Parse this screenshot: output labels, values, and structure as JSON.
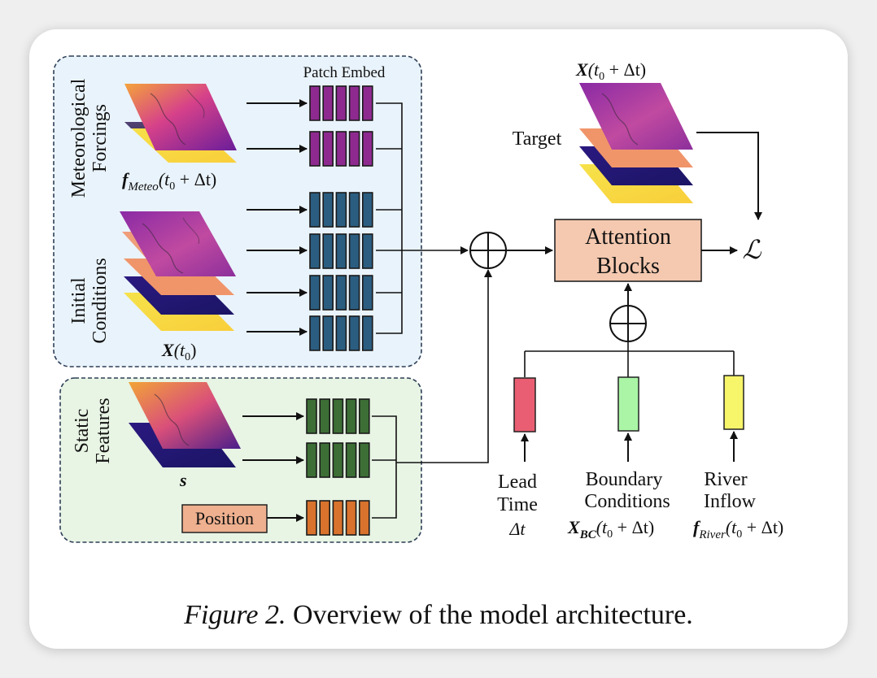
{
  "patch_embed_label": "Patch Embed",
  "groups": {
    "meteo": {
      "label_line1": "Meteorological",
      "label_line2": "Forcings",
      "var_base": "f",
      "var_sub": "Meteo",
      "var_arg": "(t",
      "var_arg_sub": "0",
      "var_arg_tail": " + Δt)"
    },
    "init": {
      "label_line1": "Initial",
      "label_line2": "Conditions",
      "var_base": "X",
      "var_arg": "(t",
      "var_arg_sub": "0",
      "var_arg_tail": ")"
    },
    "static": {
      "label_line1": "Static",
      "label_line2": "Features",
      "var_base": "s",
      "position_label": "Position"
    }
  },
  "target": {
    "label": "Target",
    "var_base": "X",
    "var_arg": "(t",
    "var_arg_sub": "0",
    "var_arg_tail": " + Δt)"
  },
  "attention": {
    "line1": "Attention",
    "line2": "Blocks"
  },
  "loss_symbol": "ℒ",
  "conditioning": [
    {
      "line1": "Lead",
      "line2": "Time",
      "var_base": "Δt",
      "var_sub": "",
      "var_arg": "",
      "var_arg_sub": "",
      "var_arg_tail": ""
    },
    {
      "line1": "Boundary",
      "line2": "Conditions",
      "var_base": "X",
      "var_sub": "BC",
      "var_arg": "(t",
      "var_arg_sub": "0",
      "var_arg_tail": " + Δt)"
    },
    {
      "line1": "River",
      "line2": "Inflow",
      "var_base": "f",
      "var_sub": "River",
      "var_arg": "(t",
      "var_arg_sub": "0",
      "var_arg_tail": " + Δt)"
    }
  ],
  "caption": {
    "figure": "Figure 2.",
    "text": "Overview of the model architecture."
  },
  "colors": {
    "meteo_token": "#8e2a8f",
    "init_token": "#2b5d80",
    "static_token": "#3c6e35",
    "position_token": "#d8722c",
    "attention_fill": "#f4c9b0",
    "position_fill": "#eeb08f",
    "lead_time": "#e95e72",
    "boundary": "#aaf5a6",
    "river": "#f7f56a",
    "top_panel_bg": "#e9f3fb",
    "bottom_panel_bg": "#e8f4e4"
  }
}
